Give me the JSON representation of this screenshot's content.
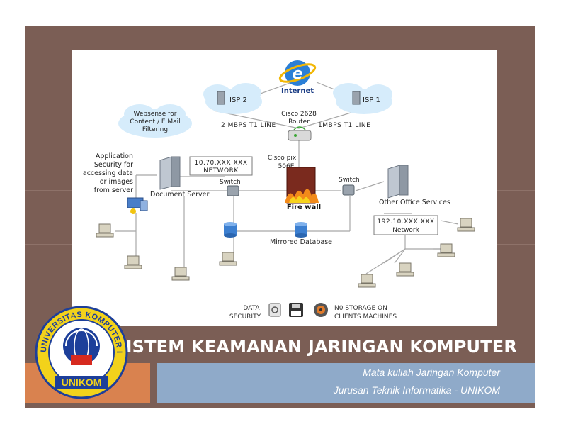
{
  "slide": {
    "title": "SISTEM KEAMANAN JARINGAN KOMPUTER",
    "subtitle_1": "Mata kuliah Jaringan Komputer",
    "subtitle_2": "Jurusan Teknik Informatika - UNIKOM"
  },
  "logo": {
    "ring_text": "UNIVERSITAS KOMPUTER INDONESIA",
    "name": "UNIKOM"
  },
  "diagram": {
    "internet": "Internet",
    "isp2": "ISP 2",
    "isp1": "ISP 1",
    "websense_1": "Websense for",
    "websense_2": "Content / E Mail",
    "websense_3": "Filtering",
    "router_1": "Cisco 2628",
    "router_2": "Router",
    "line_left": "2 MBPS T1 LINE",
    "line_right": "1MBPS T1 LINE",
    "app_sec_1": "Application",
    "app_sec_2": "Security for",
    "app_sec_3": "accessing data",
    "app_sec_4": "or images",
    "app_sec_5": "from  server",
    "net_left_1": "10.70.XXX.XXX",
    "net_left_2": "NETWORK",
    "pix_1": "Cisco pix",
    "pix_2": "506E",
    "doc_server": "Document Server",
    "switch_left": "Switch",
    "switch_right": "Switch",
    "firewall": "Fire wall",
    "other_office": "Other Office Services",
    "net_right_1": "192.10.XXX.XXX",
    "net_right_2": "Network",
    "mirrored_db": "Mirrored Database",
    "data_security_1": "DATA",
    "data_security_2": "SECURITY",
    "no_storage_1": "N0 STORAGE ON",
    "no_storage_2": "CLIENTS MACHINES"
  },
  "colors": {
    "slide_bg": "#7b5e55",
    "orange": "#d9824f",
    "blue": "#8faac9",
    "cloud": "#d6ecfb",
    "logo_yellow": "#f2d21b",
    "logo_blue": "#1d3f9a",
    "logo_red": "#d62a1f"
  }
}
